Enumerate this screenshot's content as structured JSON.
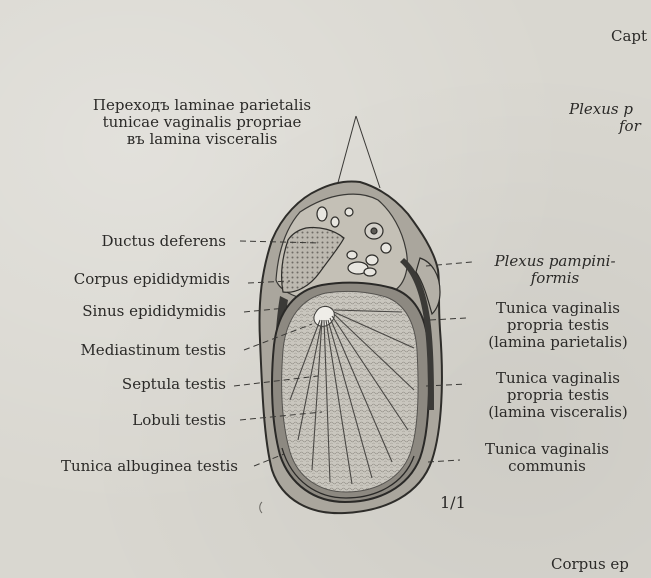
{
  "labels": {
    "top_transition": [
      "Переходъ laminae parietalis",
      "tunicae vaginalis propriae",
      "въ lamina visceralis"
    ],
    "ductus_deferens": "Ductus deferens",
    "corpus_epididymidis": "Corpus epididymidis",
    "sinus_epididymidis": "Sinus epididymidis",
    "mediastinum_testis": "Mediastinum testis",
    "septula_testis": "Septula testis",
    "lobuli_testis": "Lobuli testis",
    "tunica_albuginea": "Tunica albuginea testis",
    "plexus_pampiniformis": [
      "Plexus pampini-",
      "formis"
    ],
    "tunica_vag_parietalis": [
      "Tunica vaginalis",
      "propria testis",
      "(lamina parietalis)"
    ],
    "tunica_vag_visceralis": [
      "Tunica vaginalis",
      "propria testis",
      "(lamina visceralis)"
    ],
    "tunica_vag_communis": [
      "Tunica vaginalis",
      "communis"
    ],
    "scale": "1/1",
    "top_right_partial": "Capt",
    "right_partial_plexus": [
      "Plexus p",
      "for"
    ],
    "bottom_right_partial": "Corpus ep"
  }
}
